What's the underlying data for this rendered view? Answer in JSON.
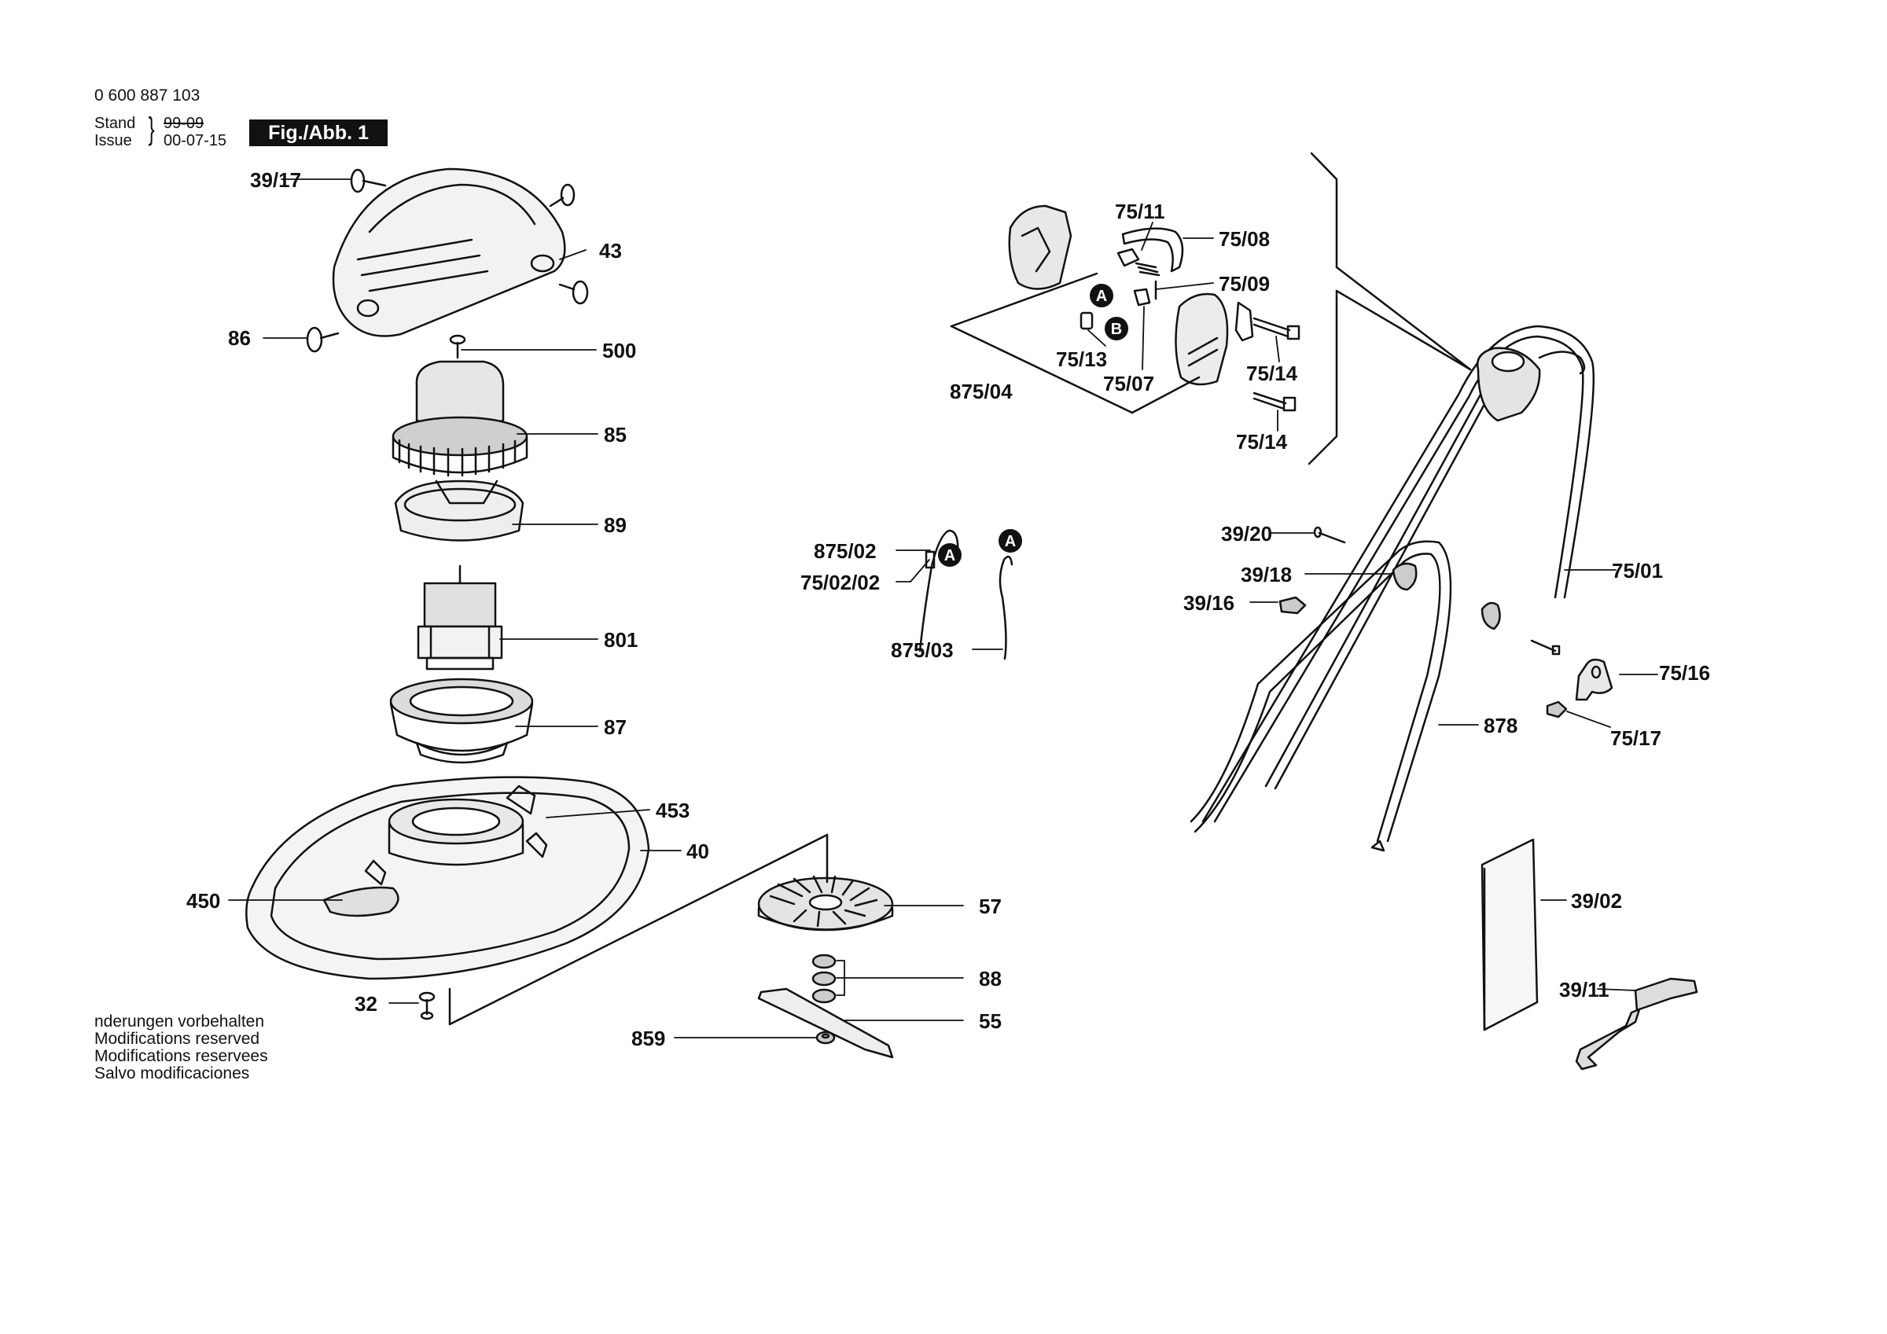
{
  "header": {
    "doc_number": "0 600 887 103",
    "stand_label": "Stand",
    "issue_label": "Issue",
    "stand_date": "99-09",
    "issue_date": "00-07-15",
    "figure_label": "Fig./Abb. 1"
  },
  "notes": [
    "nderungen vorbehalten",
    "Modifications reserved",
    "Modifications reservees",
    "Salvo modificaciones"
  ],
  "callouts": {
    "a": "A",
    "b": "B"
  },
  "parts": {
    "p39_17": "39/17",
    "p43": "43",
    "p86": "86",
    "p500": "500",
    "p85": "85",
    "p89": "89",
    "p801": "801",
    "p87": "87",
    "p453": "453",
    "p40": "40",
    "p450": "450",
    "p32": "32",
    "p57": "57",
    "p88": "88",
    "p55": "55",
    "p859": "859",
    "p75_11": "75/11",
    "p75_08": "75/08",
    "p75_09": "75/09",
    "p75_13": "75/13",
    "p75_07": "75/07",
    "p875_04": "875/04",
    "p75_14a": "75/14",
    "p75_14b": "75/14",
    "p875_02": "875/02",
    "p75_02_02": "75/02/02",
    "p875_03": "875/03",
    "p39_20": "39/20",
    "p39_18": "39/18",
    "p39_16": "39/16",
    "p75_01": "75/01",
    "p75_16": "75/16",
    "p75_17": "75/17",
    "p878": "878",
    "p39_02": "39/02",
    "p39_11": "39/11"
  }
}
